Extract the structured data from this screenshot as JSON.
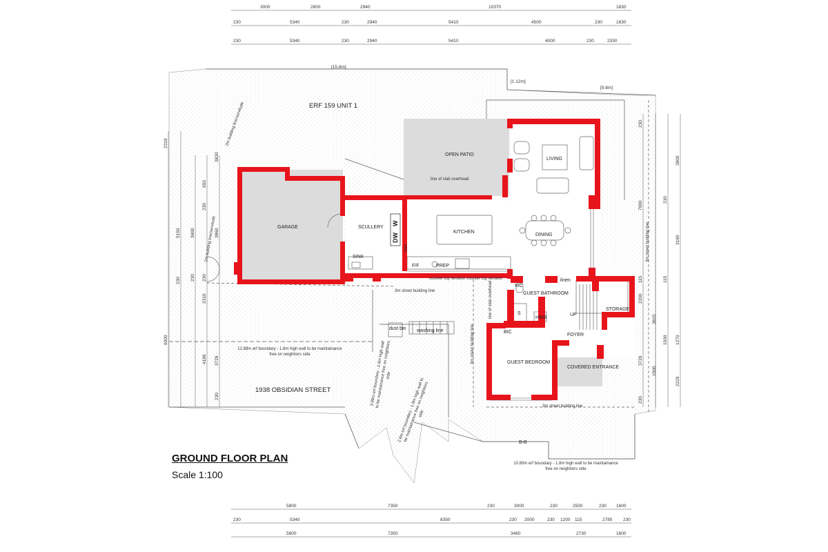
{
  "title": "GROUND FLOOR PLAN",
  "scale": "Scale 1:100",
  "top_dims": [
    [
      "3000",
      "2800",
      "2940",
      "10370",
      "1830"
    ],
    [
      "230",
      "5340",
      "230",
      "2940",
      "5410",
      "4500",
      "230",
      "1830"
    ],
    [
      "230",
      "5340",
      "230",
      "2940",
      "5410",
      "4000",
      "230",
      "2330"
    ]
  ],
  "bottom_dims": [
    [
      "5800",
      "7350",
      "230",
      "3000",
      "230",
      "2500",
      "230",
      "1600"
    ],
    [
      "230",
      "5340",
      "8350",
      "230",
      "2000",
      "230",
      "1200",
      "115",
      "2785",
      "230"
    ],
    [
      "5800",
      "7350",
      "3460",
      "2730",
      "1600"
    ]
  ],
  "left_dims": [
    "2319",
    "3830",
    "230",
    "5150",
    "3860",
    "230",
    "2310",
    "6000",
    "4189",
    "3729",
    "230",
    "650",
    "3600",
    "230",
    "230"
  ],
  "right_dims": [
    "230",
    "3800",
    "7990",
    "230",
    "3160",
    "115",
    "2200",
    "1270",
    "1500",
    "2229",
    "230",
    "3729",
    "1500",
    "3815",
    "115"
  ],
  "labels": {
    "erf_unit": "ERF 159 UNIT 1",
    "street": "1938 OBSIDIAN STREET",
    "d158": "[15.8m]",
    "d112": "[1.12m]",
    "d98": "[9.8m]"
  },
  "rooms": {
    "garage": "GARAGE",
    "scullery": "SCULLERY",
    "open_patio": "OPEN PATIO",
    "living": "LIVING",
    "kitchen": "KITCHEN",
    "dining": "DINING",
    "guest_bathroom": "GUEST BATHROOM",
    "storage": "STORAGE",
    "foyer": "FOYER",
    "guest_bedroom": "GUEST BEDROOM",
    "covered_entrance": "COVERED ENTRANCE",
    "bic": "BIC",
    "up": "UP",
    "hwb": "HWB",
    "s": "S",
    "sink": "SINK",
    "ff": "F/F",
    "prep": "PREP",
    "dw": "DW",
    "w": "W",
    "linen": "linen",
    "wc": "WC",
    "dust_bin": "dust bin",
    "washing_line": "washing line",
    "bb": "B-B",
    "ovn": "ovn"
  },
  "notes": {
    "slab_overhead": "line of slab overhead",
    "slab_overhead2": "line of slab overhead",
    "counter_window1": "counter top window",
    "counter_window2": "counter top window",
    "street_line1": "3m street building line",
    "street_line2": "3m street building line",
    "street_line3": "3m street building line",
    "street_line4": "3m street building line",
    "boundary_left": "12.88m erf boundary - 1.8m high wall to be maintainance free on neighbors side",
    "boundary_mid": "3.98m erf boundary - 1.8m high wall to be maintainance free on neighbors side",
    "boundary_diag": "2.8m erf boundary - 1.8m high wall to be maintainance free on neighbors side",
    "boundary_bottom": "10.80m erf boundary - 1.8m high wall to be maintainance free on neighbors side",
    "building_line_top": "2m building line/servitude",
    "building_line_left": "2m building line/servitude"
  },
  "colors": {
    "wall": "#e8141b",
    "hatch": "#9a9a9a",
    "room_fill": "#dcdcdc",
    "line": "#444444"
  }
}
